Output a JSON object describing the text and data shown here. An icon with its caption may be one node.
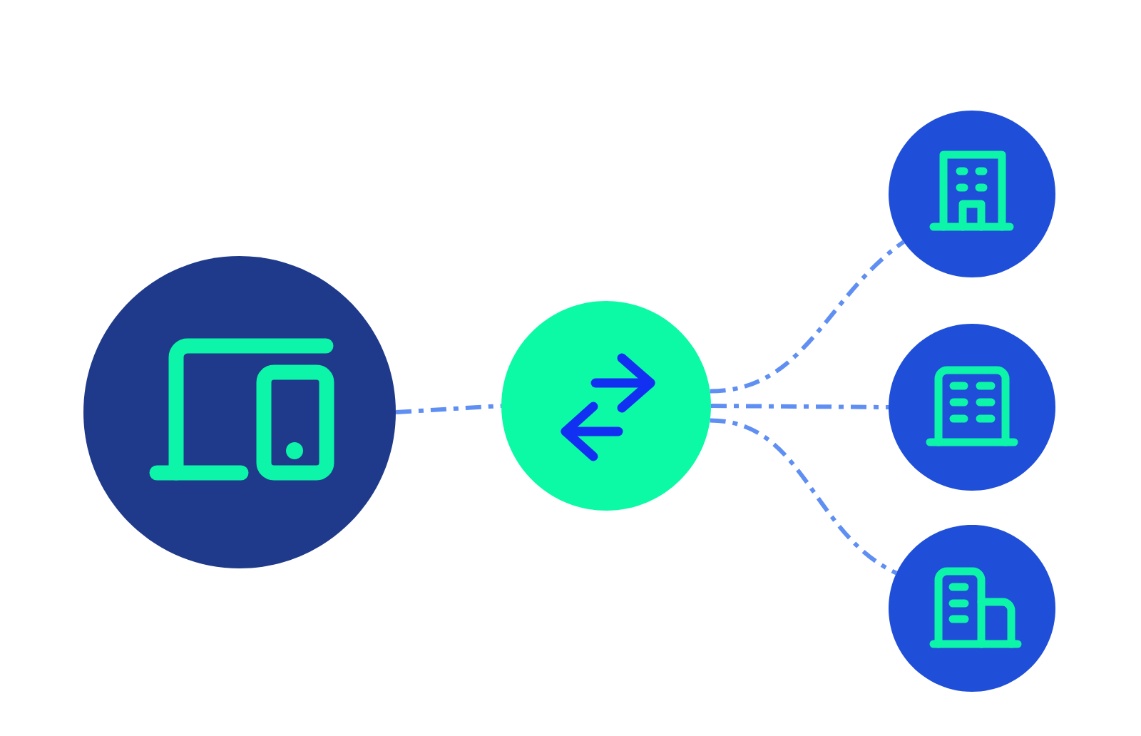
{
  "diagram": {
    "nodes": [
      {
        "text": [],
        "shape": "circle"
      },
      {
        "text": [],
        "shape": "circle"
      },
      {
        "text": [],
        "shape": "circle"
      },
      {
        "text": [],
        "shape": "circle"
      },
      {
        "text": [],
        "shape": "circle"
      }
    ],
    "edges": [
      {
        "from": 0,
        "to": 1,
        "arrow": "none",
        "style": "dashed"
      },
      {
        "from": 1,
        "to": 2,
        "arrow": "none",
        "style": "dashed"
      },
      {
        "from": 1,
        "to": 3,
        "arrow": "none",
        "style": "dashed"
      },
      {
        "from": 1,
        "to": 4,
        "arrow": "none",
        "style": "dashed"
      }
    ]
  }
}
